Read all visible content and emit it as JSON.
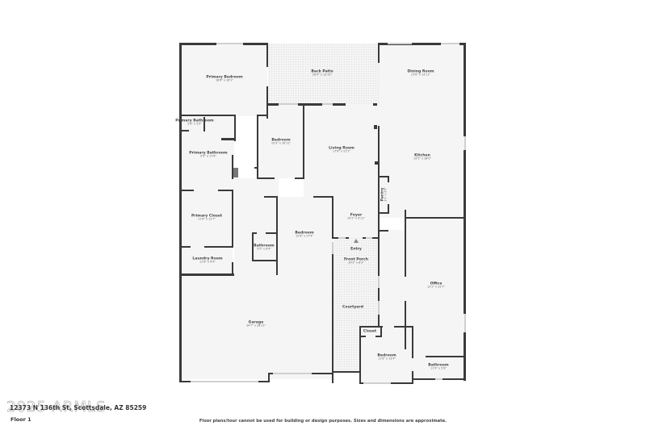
{
  "plan": {
    "rooms": [
      {
        "id": "primary-bedroom",
        "name": "Primary Bedroom",
        "dims": "18'8\" x 16'1\""
      },
      {
        "id": "back-patio",
        "name": "Back Patio",
        "dims": "28'4\" x 13'10\""
      },
      {
        "id": "dining-room",
        "name": "Dining Room",
        "dims": "15'6\" x 13'11\""
      },
      {
        "id": "primary-bathroom-small",
        "name": "Primary Bathroom",
        "dims": "5'6\" x 5'5\""
      },
      {
        "id": "primary-bathroom",
        "name": "Primary Bathroom",
        "dims": "9'9\" x 17'8\""
      },
      {
        "id": "bedroom-1",
        "name": "Bedroom",
        "dims": "10'3\" x 16'11\""
      },
      {
        "id": "living-room",
        "name": "Living Room",
        "dims": "17'6\" x 21'2\""
      },
      {
        "id": "kitchen",
        "name": "Kitchen",
        "dims": "19'5\" x 28'0\""
      },
      {
        "id": "pantry",
        "name": "Pantry",
        "dims": "3'0\" x 4'5\""
      },
      {
        "id": "primary-closet",
        "name": "Primary Closet",
        "dims": "11'6\" x 12'7\""
      },
      {
        "id": "bedroom-2",
        "name": "Bedroom",
        "dims": "12'6\" x 17'4\""
      },
      {
        "id": "foyer",
        "name": "Foyer",
        "dims": "10'2\" x 9'11\""
      },
      {
        "id": "bathroom-1",
        "name": "Bathroom",
        "dims": "5'5\" x 6'4\""
      },
      {
        "id": "entry",
        "name": "Entry",
        "dims": ""
      },
      {
        "id": "front-porch",
        "name": "Front Porch",
        "dims": "10'2\" x 8'2\""
      },
      {
        "id": "laundry-room",
        "name": "Laundry Room",
        "dims": "11'6\" x 6'4\""
      },
      {
        "id": "office",
        "name": "Office",
        "dims": "12'2\" x 31'7\""
      },
      {
        "id": "garage",
        "name": "Garage",
        "dims": "34'7\" x 28'11\""
      },
      {
        "id": "courtyard",
        "name": "Courtyard",
        "dims": ""
      },
      {
        "id": "closet",
        "name": "Closet",
        "dims": ""
      },
      {
        "id": "bedroom-3",
        "name": "Bedroom",
        "dims": "11'8\" x 13'4\""
      },
      {
        "id": "bathroom-2",
        "name": "Bathroom",
        "dims": "11'9\" x 5'8\""
      }
    ]
  },
  "footer": {
    "address": "12373 N 136th St, Scottsdale, AZ 85259",
    "floor": "Floor 1",
    "disclaimer": "Floor plans/tour cannot be used for building or design purposes. Sizes and dimensions are approximate.",
    "watermark": "2025 ARMLS"
  },
  "colors": {
    "wall": "#3a3a3a",
    "floor": "#f5f5f5",
    "window": "#d0d0d0"
  }
}
